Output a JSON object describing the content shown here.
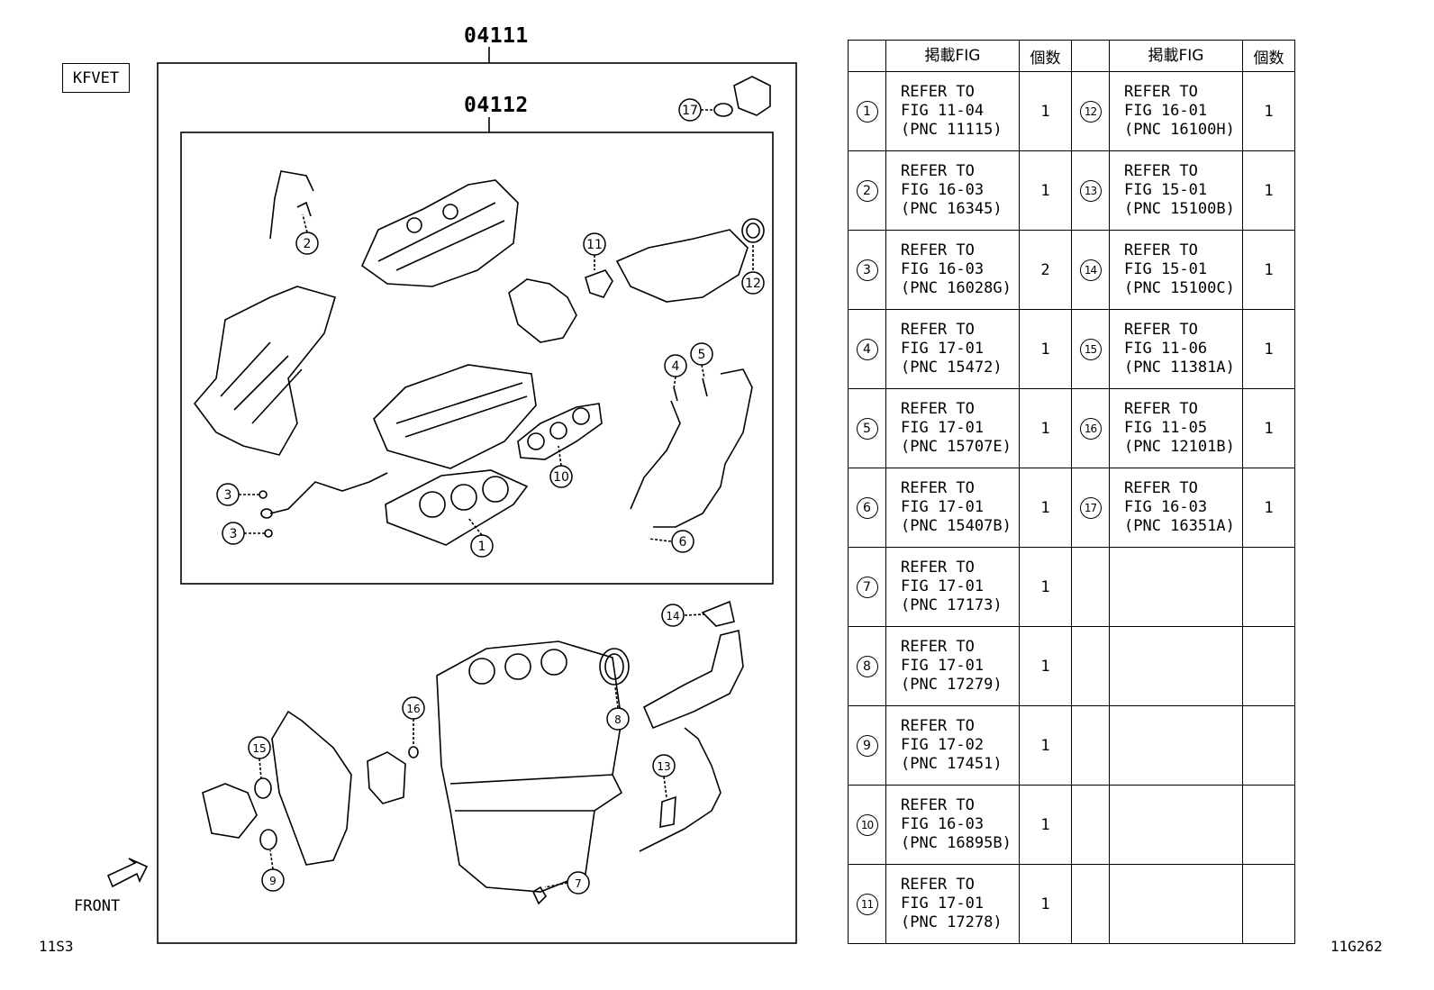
{
  "engine_code": "KFVET",
  "assembly_part_no": "04111",
  "sub_assembly_part_no": "04112",
  "front_label": "FRONT",
  "page_code": "11S3",
  "figure_code": "11G262",
  "callouts": [
    "1",
    "2",
    "3",
    "3",
    "4",
    "5",
    "6",
    "7",
    "8",
    "9",
    "10",
    "11",
    "12",
    "13",
    "14",
    "15",
    "16",
    "17"
  ],
  "table": {
    "headers": {
      "fig_left": "掲載FIG",
      "qty_left": "個数",
      "fig_right": "掲載FIG",
      "qty_right": "個数"
    },
    "rows": [
      {
        "left": {
          "no": "1",
          "ref": "REFER TO\nFIG 11-04\n(PNC 11115)",
          "qty": "1"
        },
        "right": {
          "no": "12",
          "ref": "REFER TO\nFIG 16-01\n(PNC 16100H)",
          "qty": "1"
        }
      },
      {
        "left": {
          "no": "2",
          "ref": "REFER TO\nFIG 16-03\n(PNC 16345)",
          "qty": "1"
        },
        "right": {
          "no": "13",
          "ref": "REFER TO\nFIG 15-01\n(PNC 15100B)",
          "qty": "1"
        }
      },
      {
        "left": {
          "no": "3",
          "ref": "REFER TO\nFIG 16-03\n(PNC 16028G)",
          "qty": "2"
        },
        "right": {
          "no": "14",
          "ref": "REFER TO\nFIG 15-01\n(PNC 15100C)",
          "qty": "1"
        }
      },
      {
        "left": {
          "no": "4",
          "ref": "REFER TO\nFIG 17-01\n(PNC 15472)",
          "qty": "1"
        },
        "right": {
          "no": "15",
          "ref": "REFER TO\nFIG 11-06\n(PNC 11381A)",
          "qty": "1"
        }
      },
      {
        "left": {
          "no": "5",
          "ref": "REFER TO\nFIG 17-01\n(PNC 15707E)",
          "qty": "1"
        },
        "right": {
          "no": "16",
          "ref": "REFER TO\nFIG 11-05\n(PNC 12101B)",
          "qty": "1"
        }
      },
      {
        "left": {
          "no": "6",
          "ref": "REFER TO\nFIG 17-01\n(PNC 15407B)",
          "qty": "1"
        },
        "right": {
          "no": "17",
          "ref": "REFER TO\nFIG 16-03\n(PNC 16351A)",
          "qty": "1"
        }
      },
      {
        "left": {
          "no": "7",
          "ref": "REFER TO\nFIG 17-01\n(PNC 17173)",
          "qty": "1"
        },
        "right": {
          "no": "",
          "ref": "",
          "qty": ""
        }
      },
      {
        "left": {
          "no": "8",
          "ref": "REFER TO\nFIG 17-01\n(PNC 17279)",
          "qty": "1"
        },
        "right": {
          "no": "",
          "ref": "",
          "qty": ""
        }
      },
      {
        "left": {
          "no": "9",
          "ref": "REFER TO\nFIG 17-02\n(PNC 17451)",
          "qty": "1"
        },
        "right": {
          "no": "",
          "ref": "",
          "qty": ""
        }
      },
      {
        "left": {
          "no": "10",
          "ref": "REFER TO\nFIG 16-03\n(PNC 16895B)",
          "qty": "1"
        },
        "right": {
          "no": "",
          "ref": "",
          "qty": ""
        }
      },
      {
        "left": {
          "no": "11",
          "ref": "REFER TO\nFIG 17-01\n(PNC 17278)",
          "qty": "1"
        },
        "right": {
          "no": "",
          "ref": "",
          "qty": ""
        }
      }
    ]
  }
}
